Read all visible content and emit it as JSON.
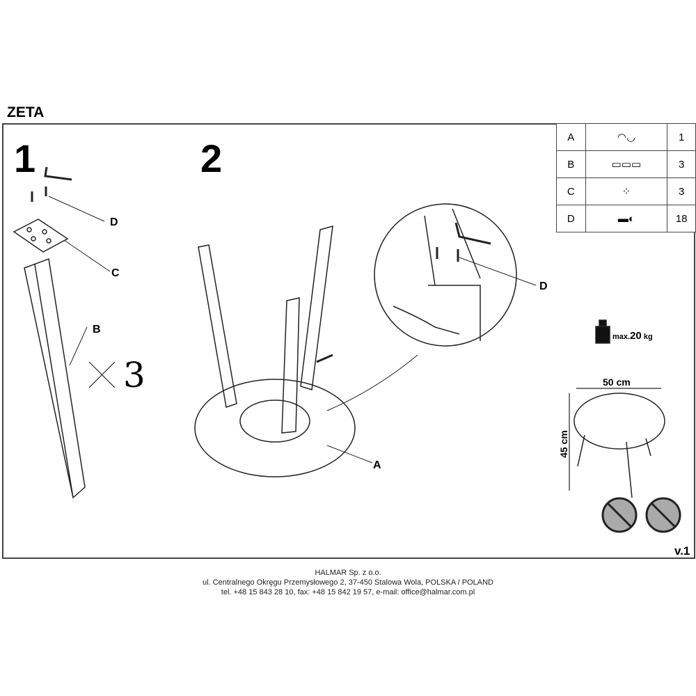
{
  "title": "ZETA",
  "steps": [
    "1",
    "2"
  ],
  "step1": {
    "labels": {
      "d": "D",
      "c": "C",
      "b": "B"
    },
    "multiplier": "3"
  },
  "step2": {
    "labels": {
      "a": "A",
      "d": "D"
    }
  },
  "parts": [
    {
      "id": "A",
      "icon": "tabletop-icon",
      "qty": "1"
    },
    {
      "id": "B",
      "icon": "leg-icon",
      "qty": "3"
    },
    {
      "id": "C",
      "icon": "plate-icon",
      "qty": "3"
    },
    {
      "id": "D",
      "icon": "screw-icon",
      "qty": "18"
    }
  ],
  "max_load": {
    "prefix": "max.",
    "value": "20",
    "unit": "kg"
  },
  "dimensions": {
    "width": "50 cm",
    "height": "45 cm"
  },
  "version": "v.1",
  "footer": {
    "company": "HALMAR Sp. z o.o.",
    "address": "ul. Centralnego Okręgu Przemysłowego 2, 37-450 Stalowa Wola, POLSKA / POLAND",
    "contact": "tel. +48 15 843 28 10, fax: +48 15 842 19 57, e-mail: office@halmar.com.pl"
  }
}
